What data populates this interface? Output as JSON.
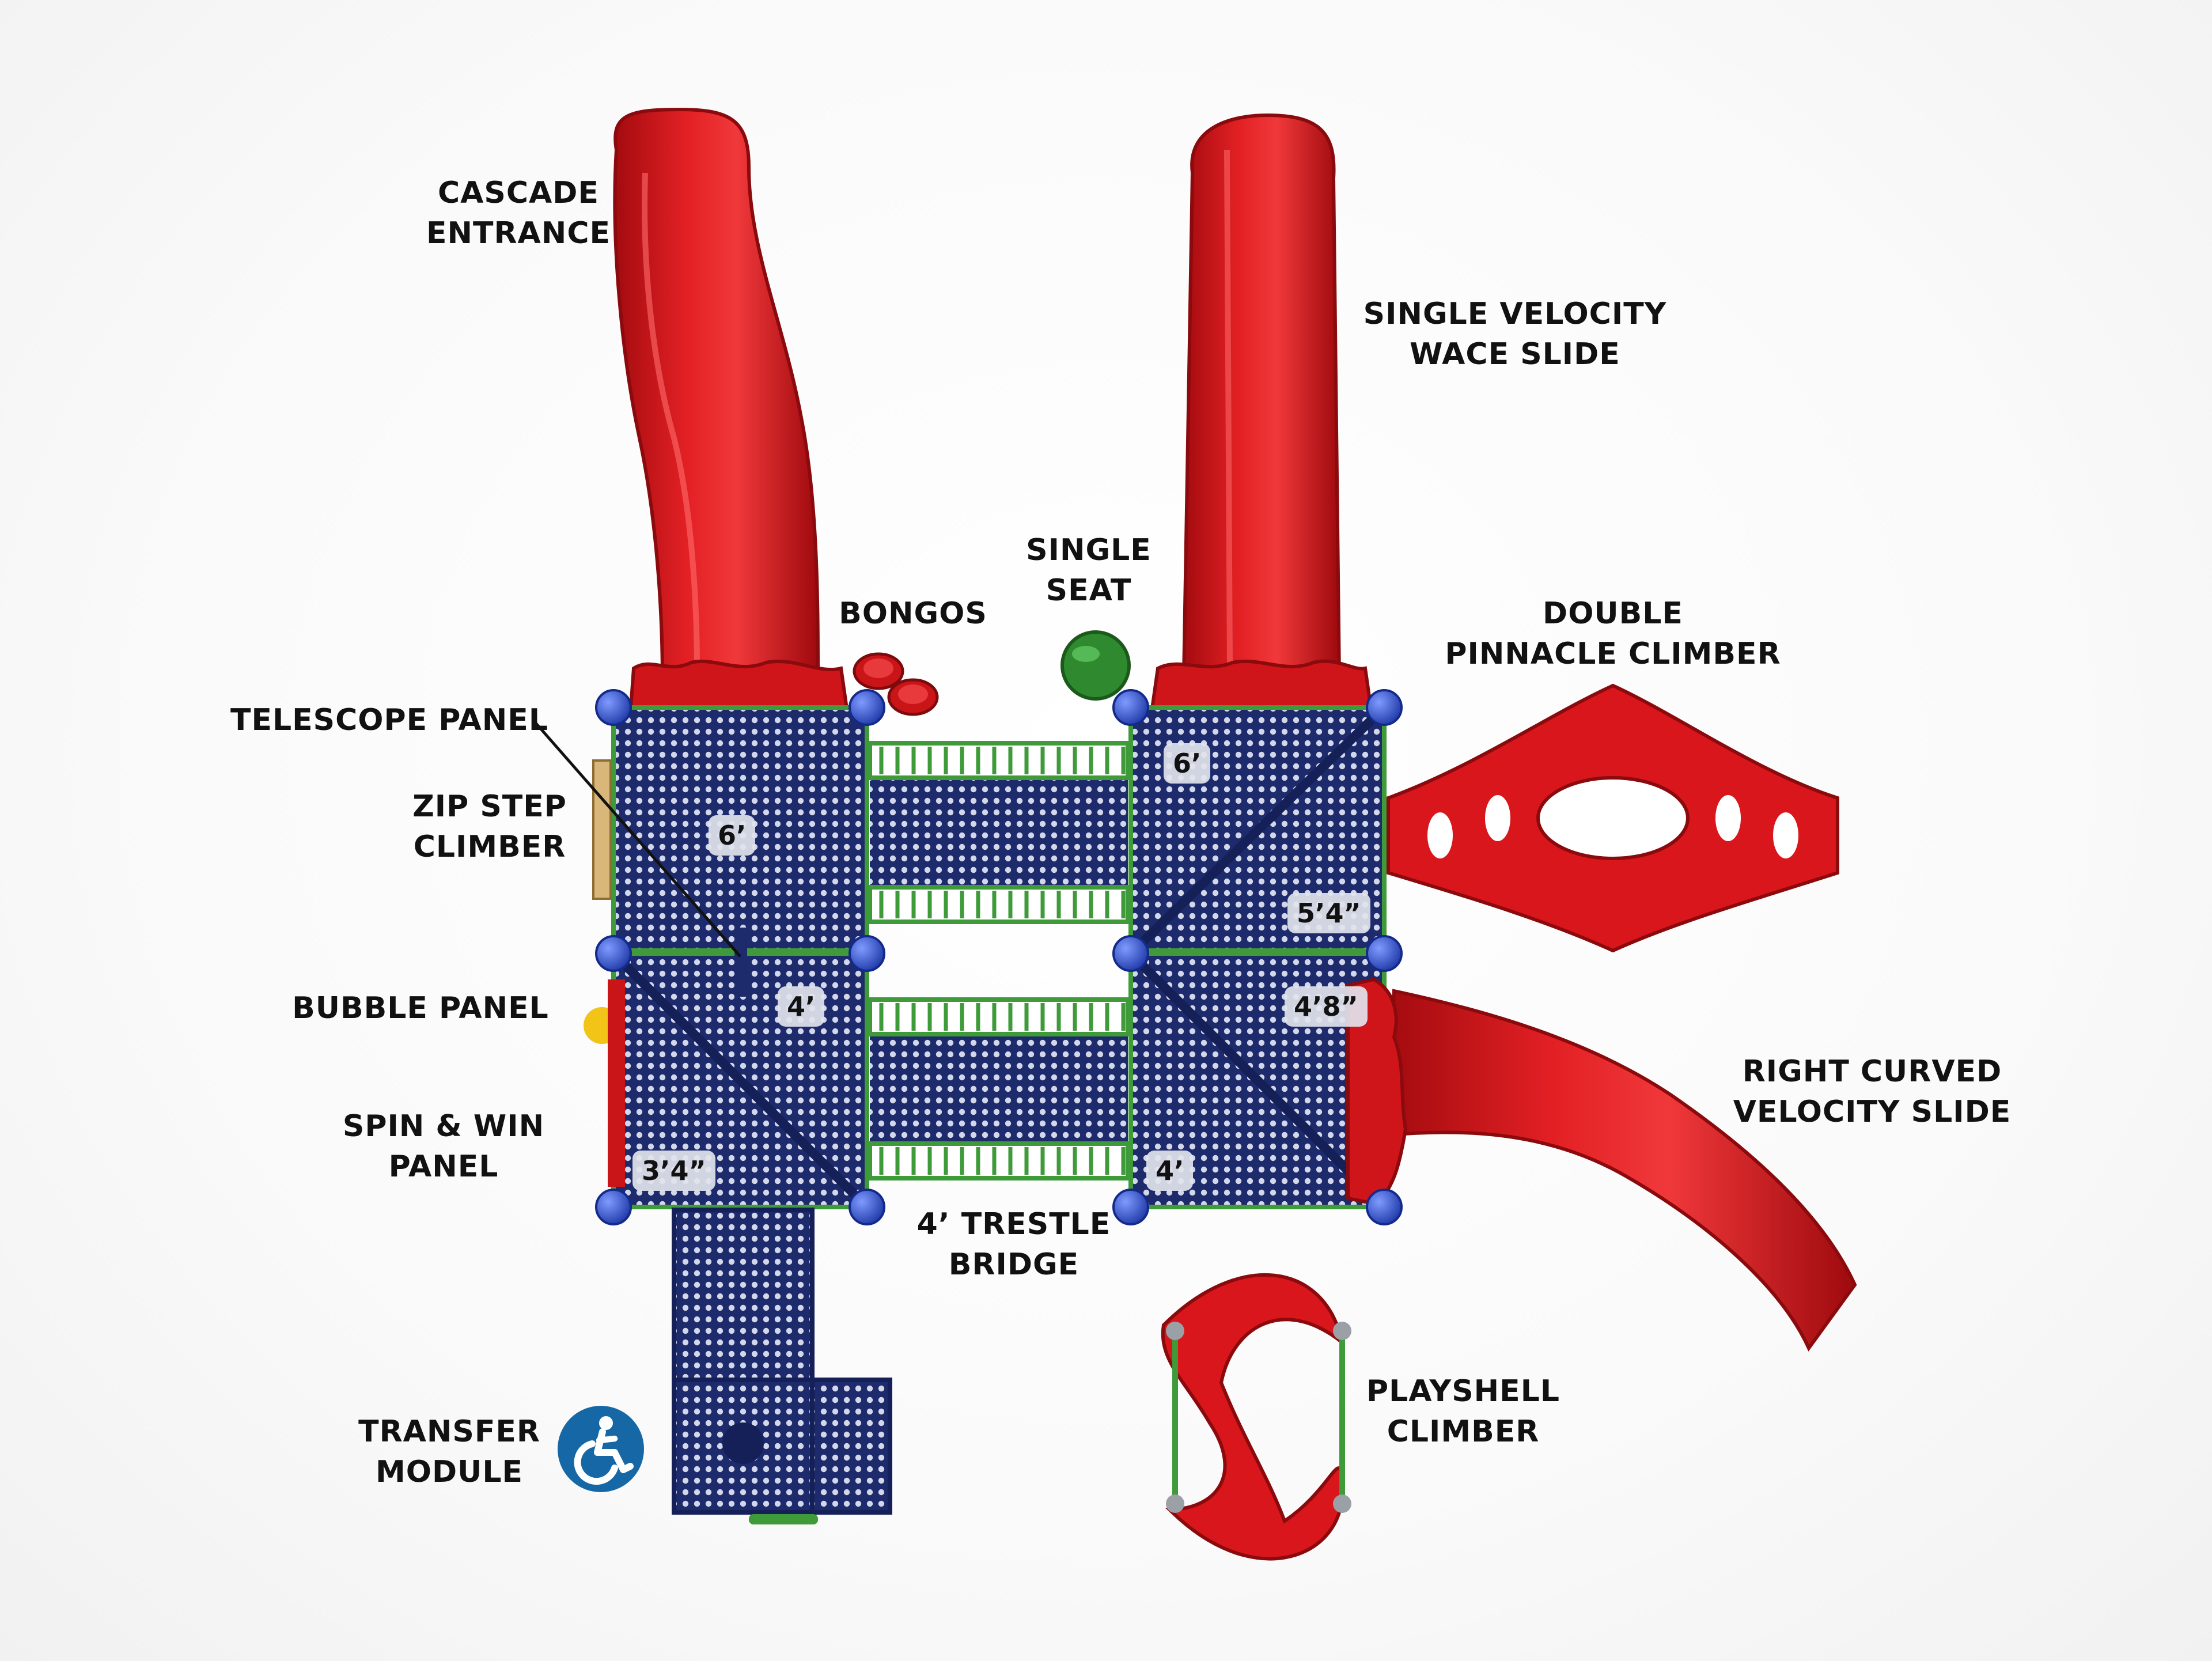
{
  "colors": {
    "slide_red": "#d8161b",
    "slide_red_dark": "#9e0a0e",
    "deck_navy": "#1d2a6b",
    "rail_green": "#3f9a3a",
    "post_blue": "#3355c4",
    "seat_green": "#2f8a2f",
    "zip_tan": "#d9b77a",
    "bubble_yellow": "#f2c418",
    "access_blue": "#1667a6"
  },
  "labels": {
    "cascade_entrance": [
      "CASCADE",
      "ENTRANCE"
    ],
    "single_velocity": [
      "SINGLE VELOCITY",
      "WACE SLIDE"
    ],
    "single_seat": [
      "SINGLE",
      "SEAT"
    ],
    "bongos": [
      "BONGOS"
    ],
    "double_pinnacle": [
      "DOUBLE",
      "PINNACLE CLIMBER"
    ],
    "telescope_panel": [
      "TELESCOPE PANEL"
    ],
    "zip_step": [
      "ZIP STEP",
      "CLIMBER"
    ],
    "bubble_panel": [
      "BUBBLE PANEL"
    ],
    "spin_win": [
      "SPIN & WIN",
      "PANEL"
    ],
    "right_curved": [
      "RIGHT CURVED",
      "VELOCITY SLIDE"
    ],
    "trestle_bridge": [
      "4’ TRESTLE",
      "BRIDGE"
    ],
    "playshell": [
      "PLAYSHELL",
      "CLIMBER"
    ],
    "transfer_module": [
      "TRANSFER",
      "MODULE"
    ]
  },
  "heights": {
    "tl": "6’",
    "tr": "6’",
    "tr_low": "5’4”",
    "ml": "4’",
    "mr": "4’8”",
    "bl": "3’4”",
    "br": "4’"
  },
  "icons": {
    "accessibility": "accessibility-icon"
  }
}
